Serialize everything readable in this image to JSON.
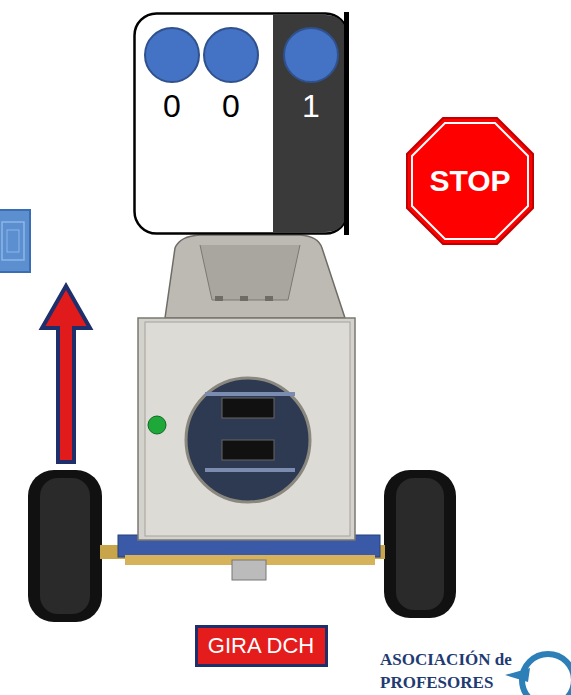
{
  "diagram": {
    "nodes": [
      {
        "text": [
          "0",
          "0",
          "1"
        ]
      },
      {
        "text": [
          "STOP"
        ]
      },
      {
        "text": [
          "GIRA DCH"
        ]
      }
    ],
    "labels": [
      "ASOCIACIÓN de",
      "PROFESORES"
    ]
  }
}
